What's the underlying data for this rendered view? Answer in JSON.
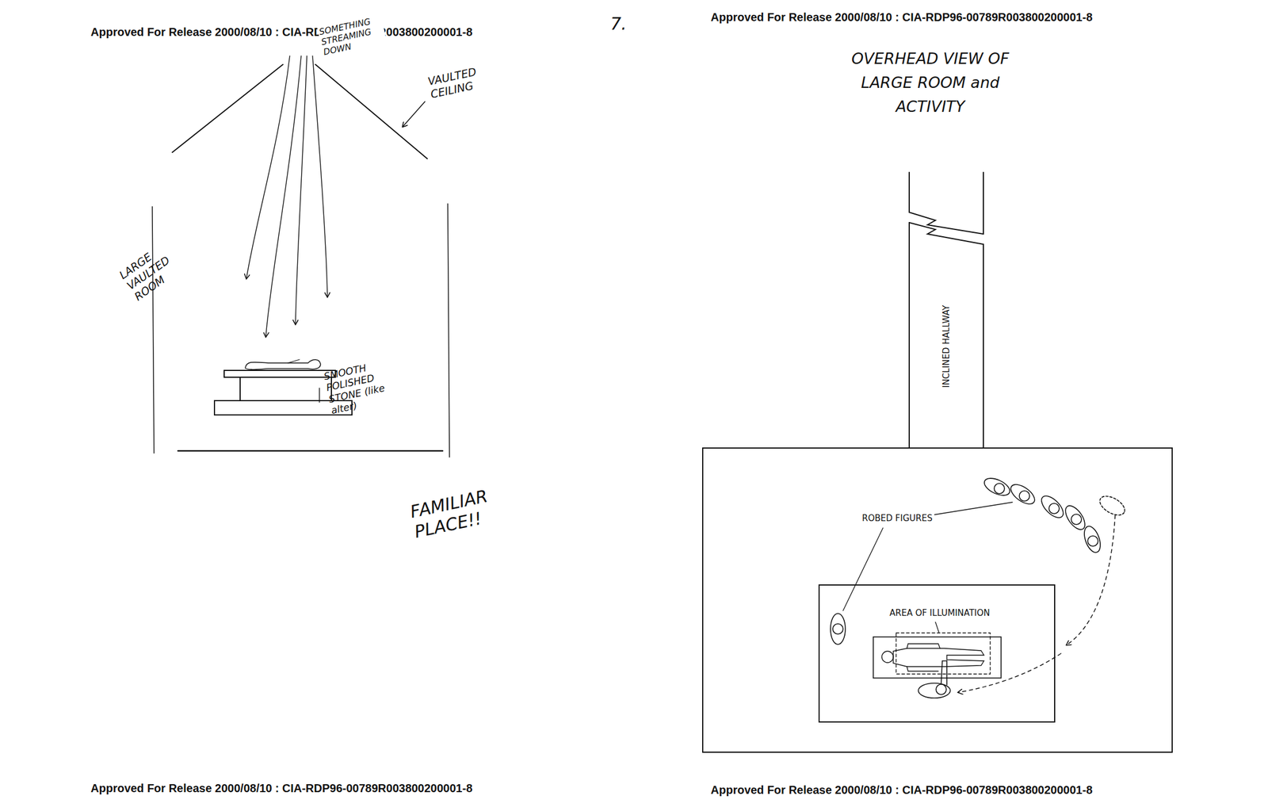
{
  "diagram": {
    "title": "OVERHEAD VIEW OF LARGE ROOM and ACTIVITY",
    "nodes": [
      {
        "text": [
          "INCLINED HALLWAY"
        ]
      },
      {
        "text": [
          "ROBED FIGURES"
        ]
      },
      {
        "text": [
          "AREA OF ILLUMINATION"
        ],
        "in": 1
      }
    ],
    "labels": [
      "Approved For Release 2000/08/10 : CIA-RDP96-00789R003800200001-8",
      "7.",
      "SOMETHING STREAMING DOWN",
      "VAULTED CEILING",
      "LARGE VAULTED ROOM",
      "SMOOTH POLISHED STONE (like alter)",
      "FAMILIAR PLACE!!",
      "Approved For Release 2000/08/10 : CIA-RDP96-00789R003800200001-8",
      "Approved For Release 2000/08/10 : CIA-RDP96-00789R003800200001-8",
      "Approved For Release 2000/08/10 : CIA-RDP96-00789R003800200001-8"
    ]
  }
}
